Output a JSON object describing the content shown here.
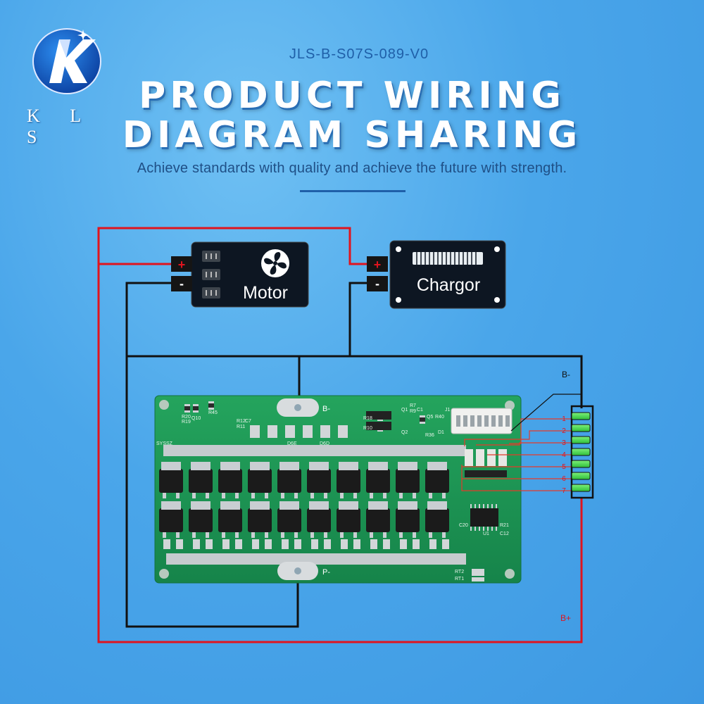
{
  "brand": {
    "letters": "K L S"
  },
  "header": {
    "model": "JLS-B-S07S-089-V0",
    "title_line1": "PRODUCT WIRING",
    "title_line2": "DIAGRAM SHARING",
    "subtitle": "Achieve standards with quality and achieve the future with strength."
  },
  "motor": {
    "label": "Motor",
    "plus": "+",
    "minus": "-"
  },
  "charger": {
    "label": "Chargor",
    "plus": "+",
    "minus": "-"
  },
  "board": {
    "b_minus_pad": "B-",
    "p_minus_pad": "P-",
    "silk": [
      "R20",
      "R19",
      "Q10",
      "R45",
      "R12",
      "R11",
      "C7",
      "R7",
      "Q1",
      "R9",
      "C1",
      "Q5",
      "R40",
      "J1",
      "R18",
      "R10",
      "Q2",
      "R36",
      "D1",
      "RT2",
      "RT1",
      "U1",
      "R21",
      "C20",
      "C12",
      "SYSSZ",
      "D6E",
      "D6D"
    ]
  },
  "battery": {
    "b_minus": "B-",
    "b_plus": "B+",
    "cells": [
      "1",
      "2",
      "3",
      "4",
      "5",
      "6",
      "7"
    ]
  },
  "colors": {
    "positive_wire": "#e0141e",
    "negative_wire": "#111111",
    "pcb": "#1f9a55",
    "balance_wire": "#e53a2a"
  }
}
